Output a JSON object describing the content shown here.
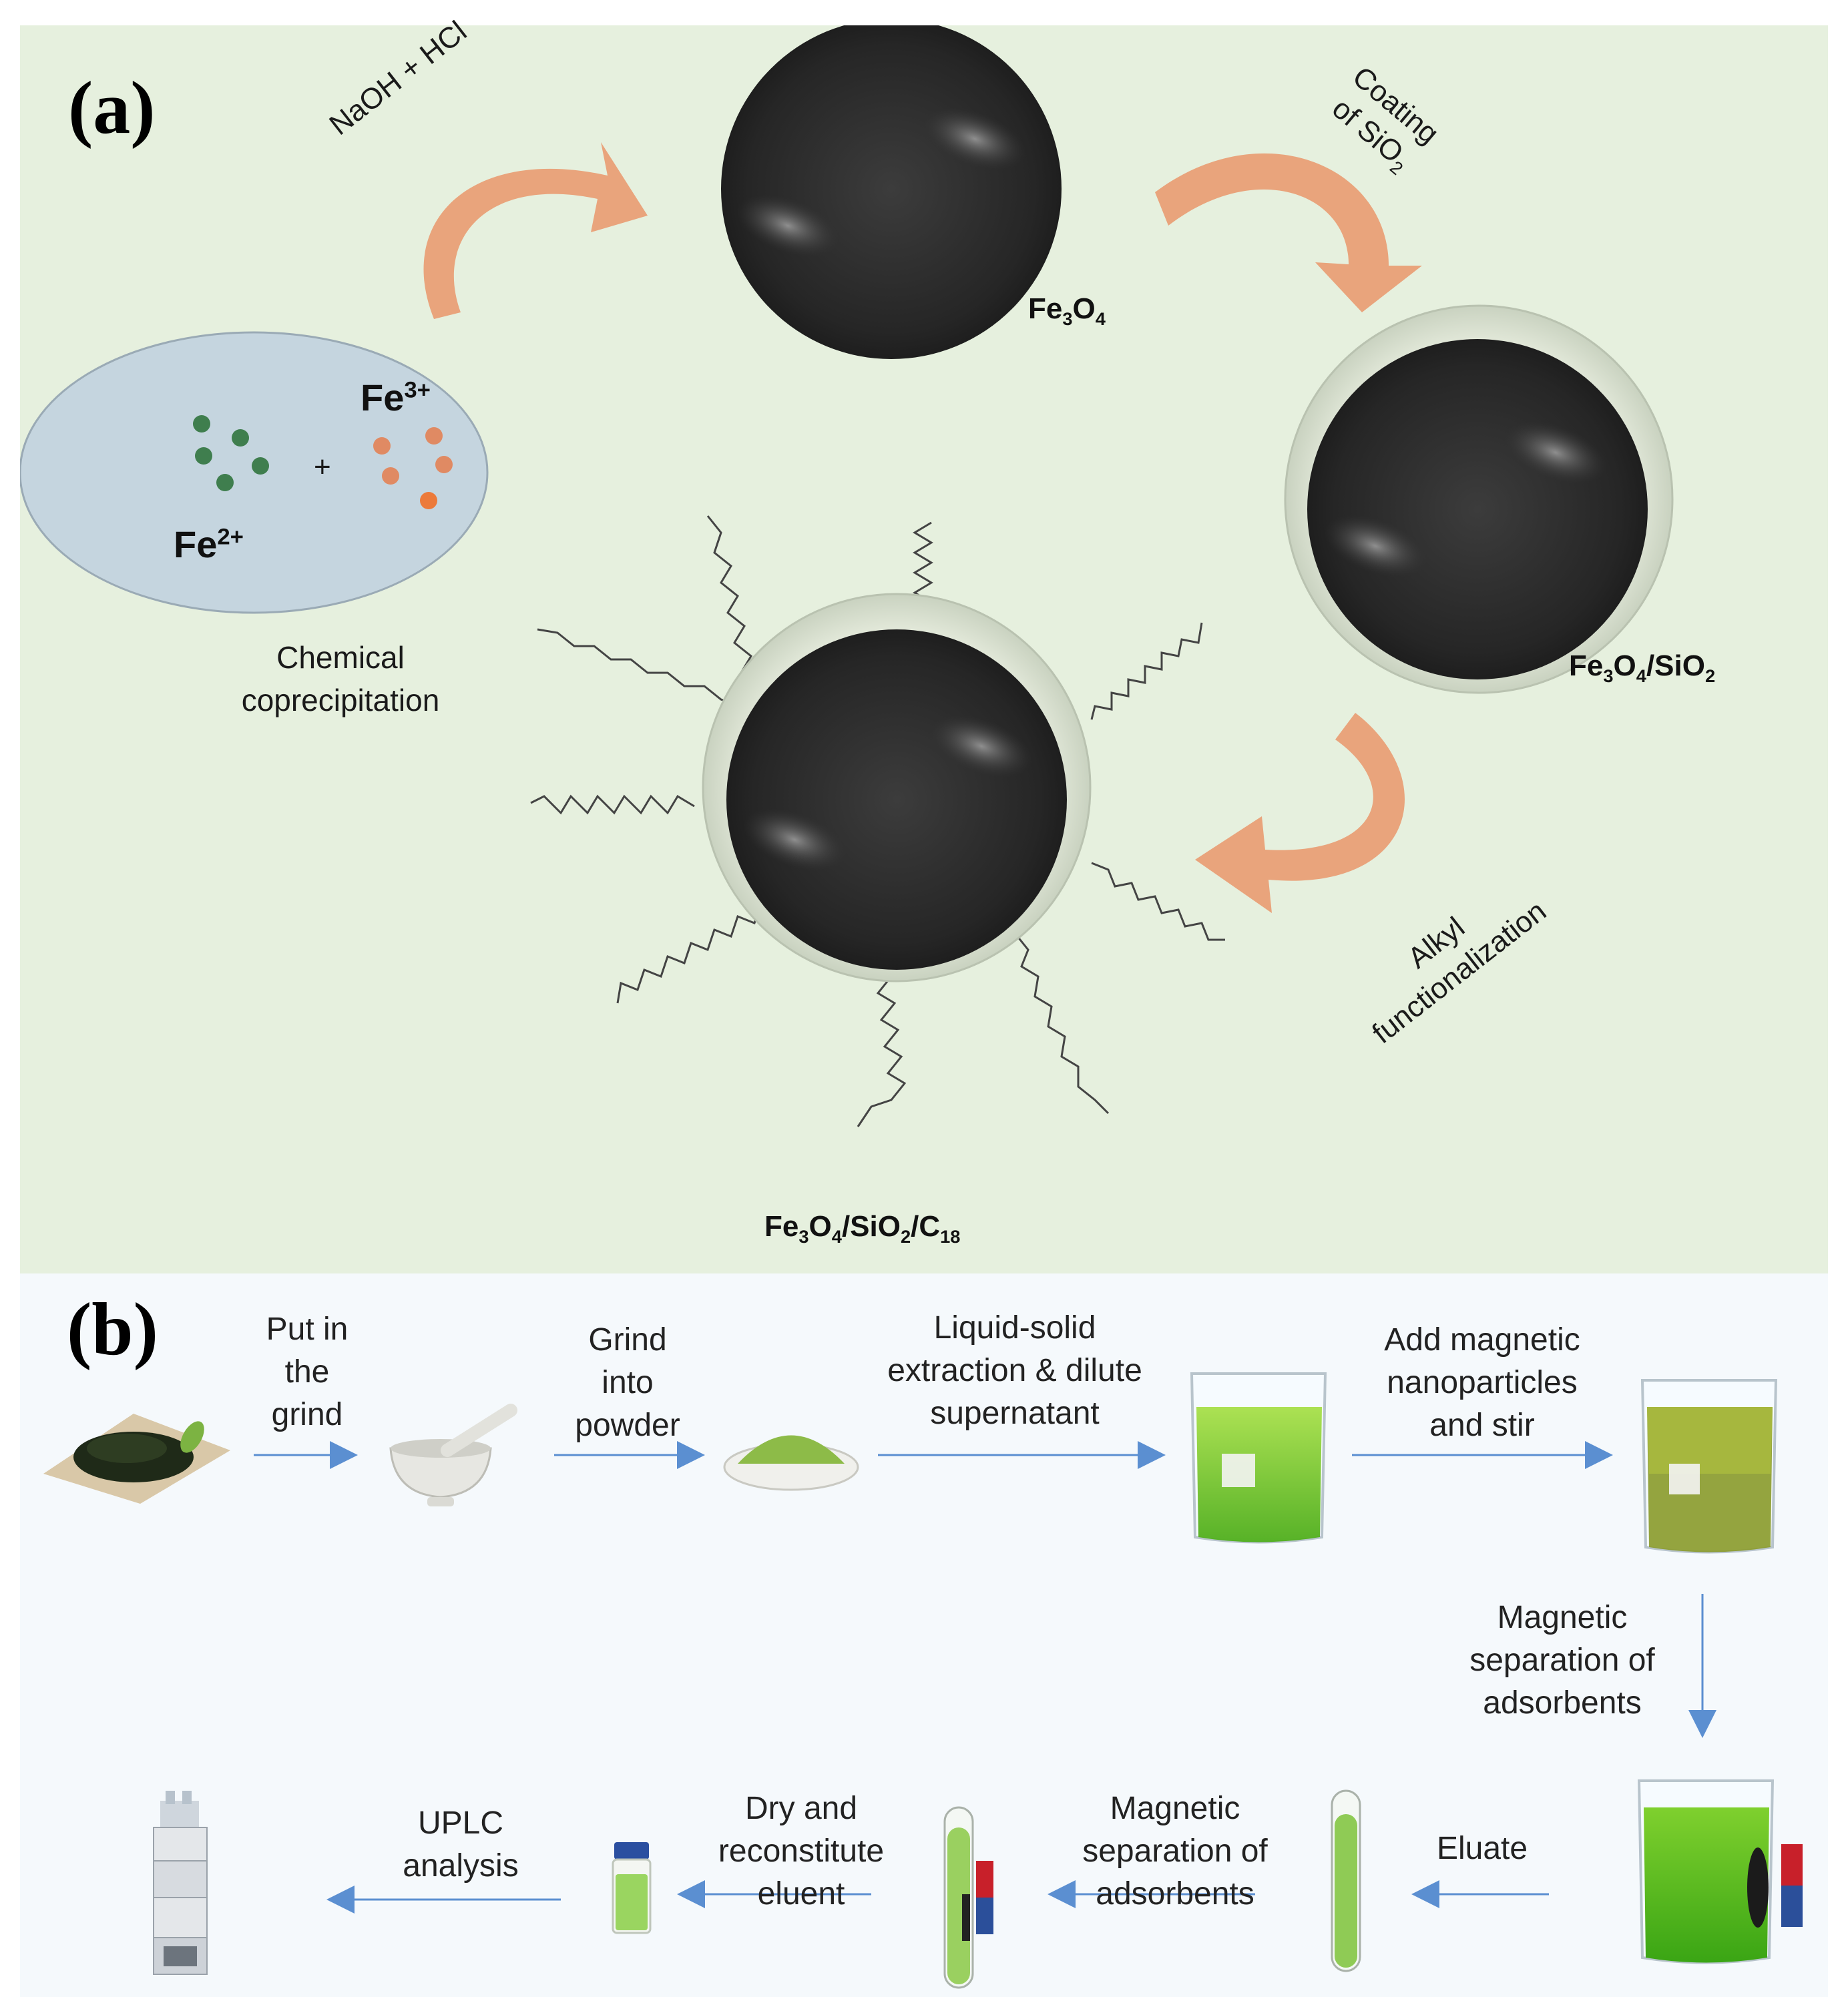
{
  "panel_a": {
    "letter": "(a)",
    "labels": {
      "fe2": "Fe",
      "fe2_sup": "2+",
      "fe3": "Fe",
      "fe3_sup": "3+",
      "plus": "+",
      "coprecip_line1": "Chemical",
      "coprecip_line2": "coprecipitation",
      "naoh": "NaOH + HCl",
      "coating_line1": "Coating",
      "coating_line2": "of SiO",
      "coating_sub": "2",
      "alkyl_line1": "Alkyl",
      "alkyl_line2": "functionalization"
    },
    "products": {
      "fe3o4": {
        "a": "Fe",
        "a_sub": "3",
        "b": "O",
        "b_sub": "4"
      },
      "fe3o4_sio2": {
        "a": "Fe",
        "a_sub": "3",
        "b": "O",
        "b_sub": "4",
        "c": "/SiO",
        "c_sub": "2"
      },
      "fe3o4_sio2_c18": {
        "a": "Fe",
        "a_sub": "3",
        "b": "O",
        "b_sub": "4",
        "c": "/SiO",
        "c_sub": "2",
        "d": "/C",
        "d_sub": "18"
      }
    },
    "colors": {
      "background": "#e6f0de",
      "ellipse": "#c5d5df",
      "fe2_dot": "#3f7e4e",
      "fe3_dot": "#e08a63",
      "arrow": "#e9a47c",
      "sphere": "#2b2b2b",
      "shell": "#dfe6d6"
    }
  },
  "panel_b": {
    "letter": "(b)",
    "steps": {
      "s1": [
        "Put in",
        "the",
        "grind"
      ],
      "s2": [
        "Grind",
        "into",
        "powder"
      ],
      "s3": [
        "Liquid-solid",
        "extraction & dilute",
        "supernatant"
      ],
      "s4": [
        "Add magnetic",
        "nanoparticles",
        "and stir"
      ],
      "s5": [
        "Magnetic",
        "separation of",
        "adsorbents"
      ],
      "s6": [
        "Eluate"
      ],
      "s7": [
        "Magnetic",
        "separation of",
        "adsorbents"
      ],
      "s8": [
        "Dry and",
        "reconstitute",
        "eluent"
      ],
      "s9": [
        "UPLC",
        "analysis"
      ]
    },
    "icons": [
      "tea-leaves-icon",
      "mortar-pestle-icon",
      "powder-dish-icon",
      "beaker-icon",
      "beaker-particles-icon",
      "beaker-magnet-icon",
      "test-tube-icon",
      "test-tube-magnet-icon",
      "vial-icon",
      "uplc-instrument-icon"
    ],
    "colors": {
      "background": "#f5f9fc",
      "arrow": "#5b8fd1",
      "liquid": "#6cc42a",
      "powder": "#8dbb48",
      "magnet_red": "#c8202a",
      "magnet_blue": "#2b4f9a"
    }
  }
}
